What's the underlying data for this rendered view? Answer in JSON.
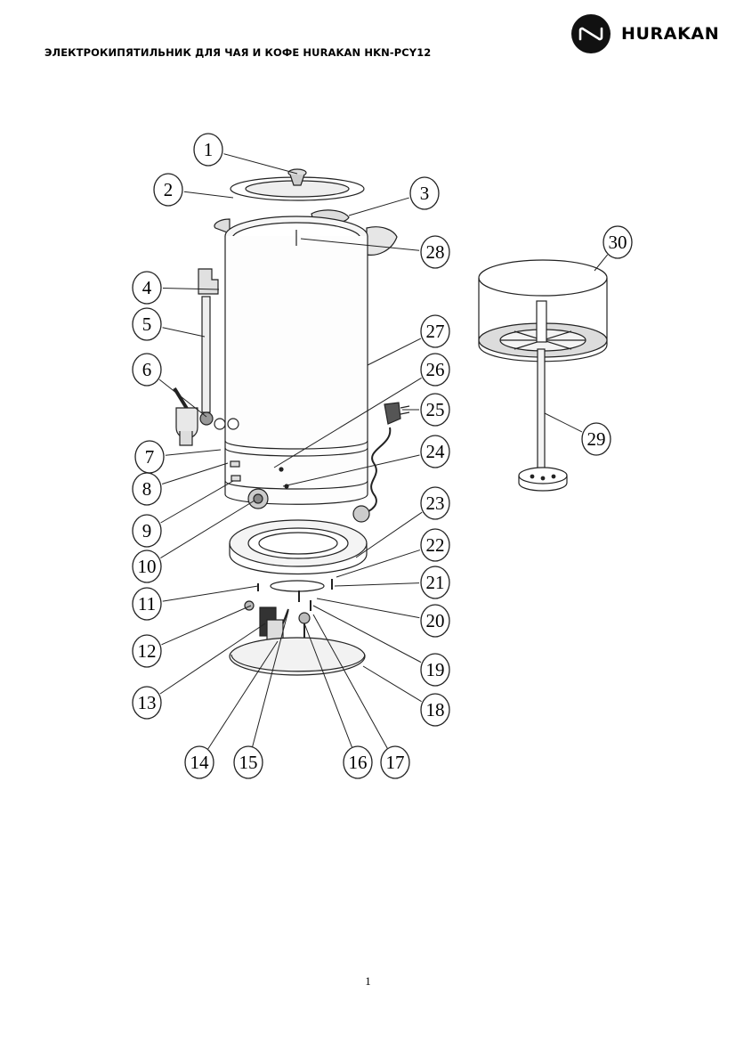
{
  "header": {
    "title": "ЭЛЕКТРОКИПЯТИЛЬНИК ДЛЯ ЧАЯ И КОФЕ HURAKAN HKN-PCY12",
    "brand": "HURAKAN",
    "brand_icon": "hurakan-logo-icon"
  },
  "diagram": {
    "callouts": [
      {
        "id": "1",
        "label": "1"
      },
      {
        "id": "2",
        "label": "2"
      },
      {
        "id": "3",
        "label": "3"
      },
      {
        "id": "4",
        "label": "4"
      },
      {
        "id": "5",
        "label": "5"
      },
      {
        "id": "6",
        "label": "6"
      },
      {
        "id": "7",
        "label": "7"
      },
      {
        "id": "8",
        "label": "8"
      },
      {
        "id": "9",
        "label": "9"
      },
      {
        "id": "10",
        "label": "10"
      },
      {
        "id": "11",
        "label": "11"
      },
      {
        "id": "12",
        "label": "12"
      },
      {
        "id": "13",
        "label": "13"
      },
      {
        "id": "14",
        "label": "14"
      },
      {
        "id": "15",
        "label": "15"
      },
      {
        "id": "16",
        "label": "16"
      },
      {
        "id": "17",
        "label": "17"
      },
      {
        "id": "18",
        "label": "18"
      },
      {
        "id": "19",
        "label": "19"
      },
      {
        "id": "20",
        "label": "20"
      },
      {
        "id": "21",
        "label": "21"
      },
      {
        "id": "22",
        "label": "22"
      },
      {
        "id": "23",
        "label": "23"
      },
      {
        "id": "24",
        "label": "24"
      },
      {
        "id": "25",
        "label": "25"
      },
      {
        "id": "26",
        "label": "26"
      },
      {
        "id": "27",
        "label": "27"
      },
      {
        "id": "28",
        "label": "28"
      },
      {
        "id": "29",
        "label": "29"
      },
      {
        "id": "30",
        "label": "30"
      }
    ]
  },
  "footer": {
    "page_number": "1"
  }
}
